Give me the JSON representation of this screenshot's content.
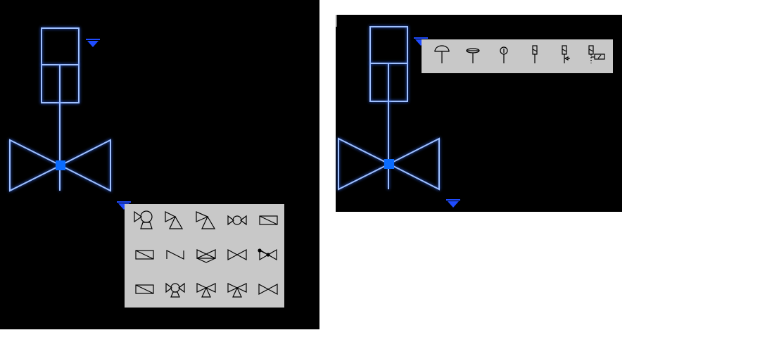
{
  "colors": {
    "canvas": "#000000",
    "geometry": "#9fc0ff",
    "grip": "#1f4cff",
    "base_grip": "#0a6cff",
    "popup": "#c8c8c8",
    "icon_stroke": "#000000",
    "background": "#ffffff"
  },
  "left_view": {
    "grips": [
      "visibility-lookup-grip-actuator",
      "visibility-lookup-grip-valve"
    ],
    "popup_icons": [
      "angle-ball-valve-icon",
      "angle-valve-icon",
      "angle-valve-actuated-icon",
      "ball-valve-icon",
      "gate-slash-icon",
      "gate-slash-icon-2",
      "check-valve-icon",
      "three-way-valve-icon",
      "gate-valve-icon",
      "butterfly-valve-icon",
      "slash-box-icon",
      "ball-valve-bottom-icon",
      "three-way-valve-down-icon",
      "three-way-valve-down-icon-2",
      "globe-valve-icon"
    ]
  },
  "right_view": {
    "grips": [
      "visibility-lookup-grip-actuator",
      "visibility-lookup-grip-valve"
    ],
    "popup_icons": [
      "diaphragm-actuator-icon",
      "diaphragm-actuator-flat-icon",
      "motor-actuator-icon",
      "solenoid-actuator-icon",
      "solenoid-manual-actuator-icon",
      "solenoid-positioner-actuator-icon"
    ]
  }
}
